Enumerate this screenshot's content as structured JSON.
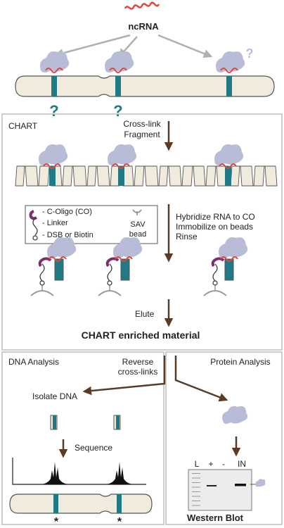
{
  "top": {
    "rna_label": "ncRNA",
    "question_mark": "?"
  },
  "chart_section": {
    "title": "CHART",
    "step1": [
      "Cross-link",
      "Fragment"
    ],
    "legend": {
      "items": [
        "- C-Oligo (CO)",
        "- Linker",
        "- DSB or Biotin"
      ],
      "bead_label": [
        "SAV",
        "bead"
      ]
    },
    "step2": [
      "Hybridize RNA to CO",
      "Immobilize on beads",
      "Rinse"
    ],
    "step3": "Elute",
    "result": "CHART enriched material"
  },
  "dna_section": {
    "title": "DNA Analysis",
    "reverse": [
      "Reverse",
      "cross-links"
    ],
    "isolate": "Isolate DNA",
    "sequence": "Sequence",
    "peak_mark": "*"
  },
  "protein_section": {
    "title": "Protein Analysis",
    "blot_title": "Western Blot",
    "lanes": [
      "L",
      "+",
      "-",
      "IN"
    ]
  },
  "colors": {
    "chromosome": "#f0ebdc",
    "outline": "#555555",
    "teal": "#1f7a86",
    "protein": "#b9bcd6",
    "rna": "#e0463e",
    "arrow": "#5a3b25",
    "grey_arrow": "#b0b0b0",
    "probe": "#7b2f6f",
    "panel_border": "#bdbdbd"
  }
}
